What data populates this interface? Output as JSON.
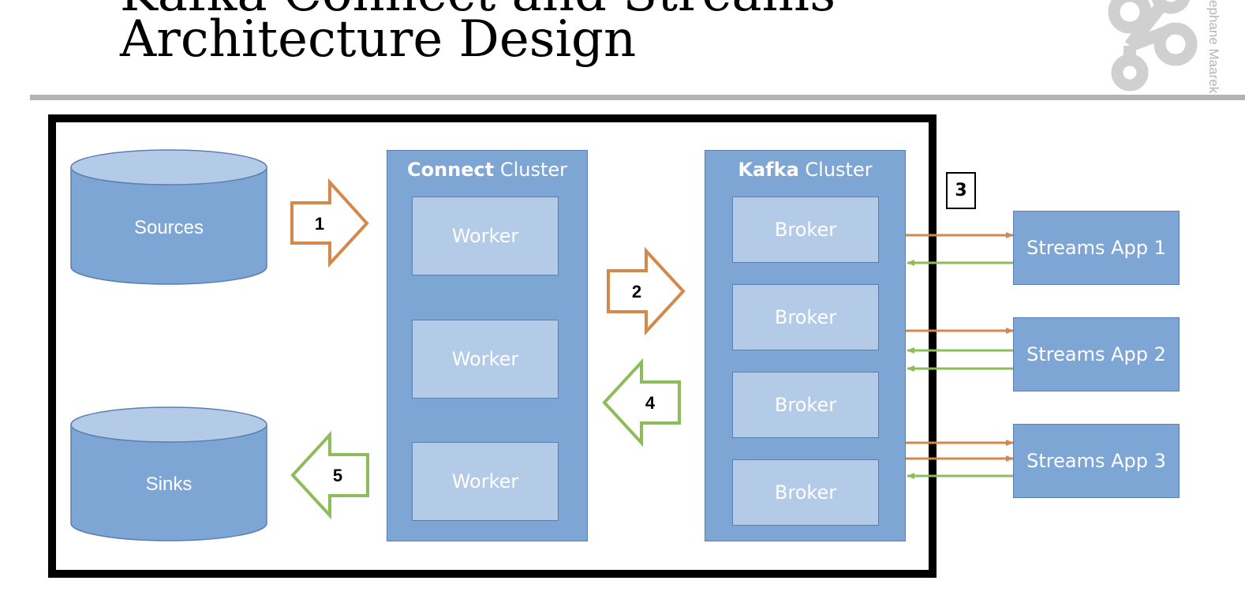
{
  "slide": {
    "title_line_1": "Kafka Connect and Streams",
    "title_line_2": "Architecture Design",
    "author": "Stephane Maarek"
  },
  "colors": {
    "cluster_fill": "#7ea6d5",
    "node_fill": "#b4cbe8",
    "write_arrow": "#d4894b",
    "read_arrow": "#8cbd5a"
  },
  "diagram": {
    "sources_label": "Sources",
    "sinks_label": "Sinks",
    "connect_cluster": {
      "title_bold": "Connect",
      "title_rest": " Cluster",
      "workers": [
        "Worker",
        "Worker",
        "Worker"
      ]
    },
    "kafka_cluster": {
      "title_bold": "Kafka",
      "title_rest": " Cluster",
      "brokers": [
        "Broker",
        "Broker",
        "Broker",
        "Broker"
      ]
    },
    "steps": [
      "1",
      "2",
      "3",
      "4",
      "5"
    ],
    "streams_apps": [
      "Streams App 1",
      "Streams App 2",
      "Streams App 3"
    ]
  }
}
